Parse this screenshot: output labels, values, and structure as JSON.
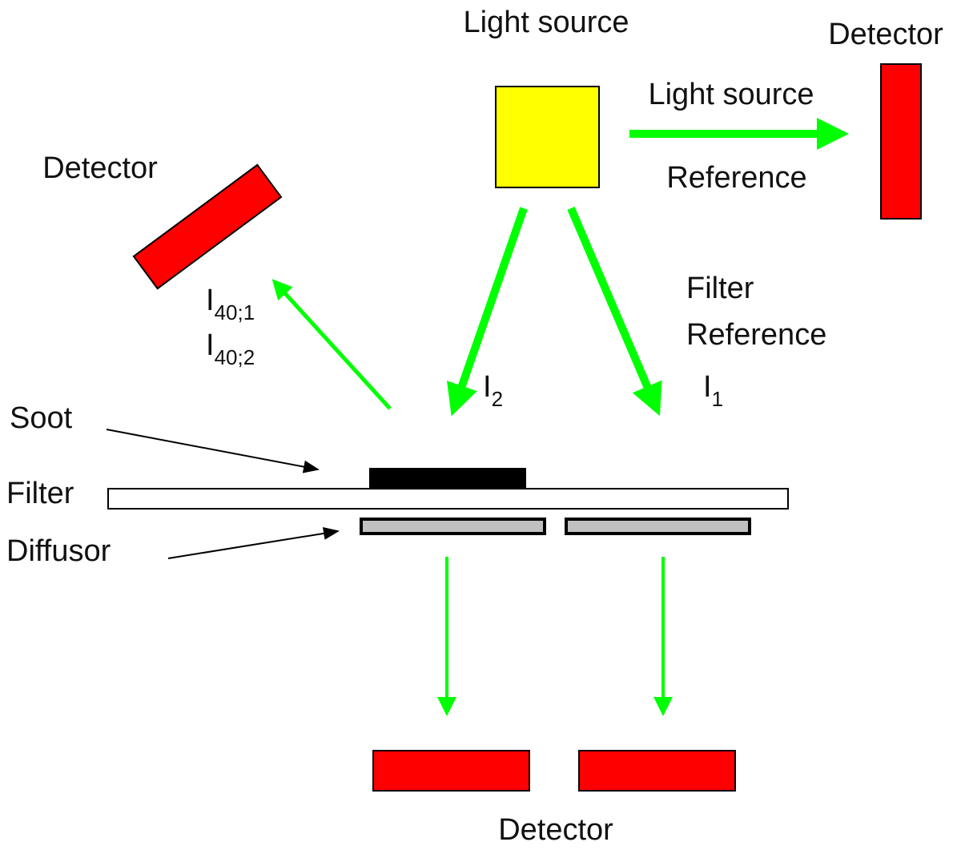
{
  "labels": {
    "light_source_top": "Light source",
    "detector_top_right": "Detector",
    "light_source_arrow": "Light source",
    "reference": "Reference",
    "detector_left": "Detector",
    "filter_reference_line1": "Filter",
    "filter_reference_line2": "Reference",
    "i1_main": "I",
    "i1_sub": "1",
    "i2_main": "I",
    "i2_sub": "2",
    "i40_1_main": "I",
    "i40_1_sub": "40;1",
    "i40_2_main": "I",
    "i40_2_sub": "40;2",
    "soot": "Soot",
    "filter": "Filter",
    "diffusor": "Diffusor",
    "detector_bottom": "Detector"
  },
  "colors": {
    "light_source": "#ffff00",
    "detector": "#ff0000",
    "beam": "#00ff00",
    "soot": "#000000",
    "filter": "#ffffff",
    "diffusor": "#c0c0c0",
    "outline": "#000000"
  }
}
